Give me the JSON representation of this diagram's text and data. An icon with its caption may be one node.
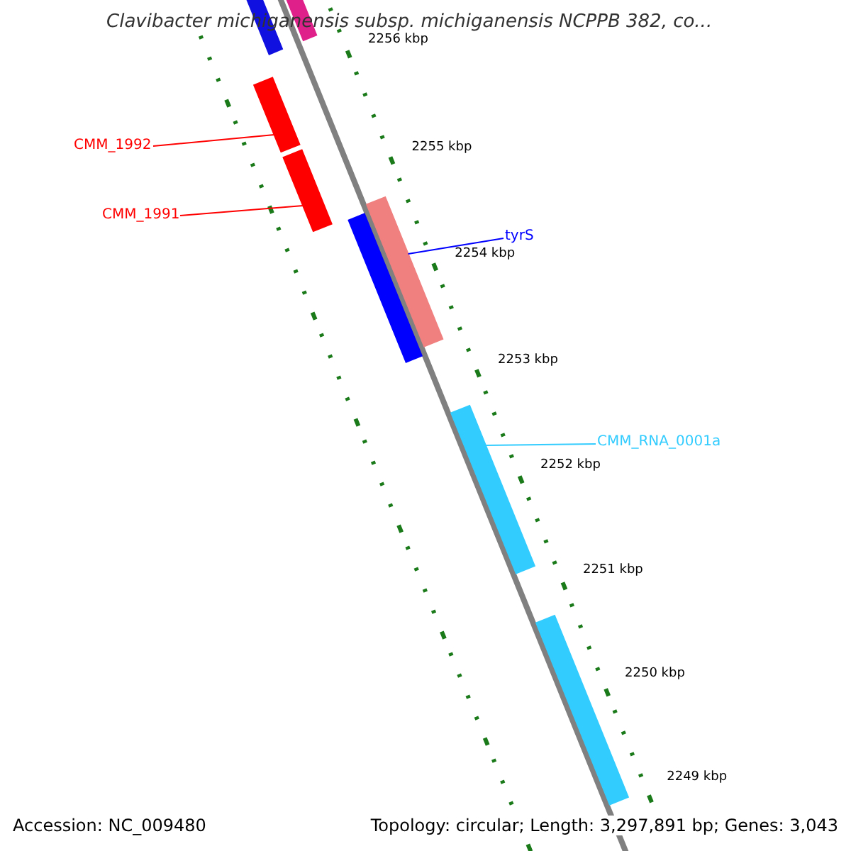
{
  "diagram": {
    "title": "Clavibacter michiganensis subsp. michiganensis NCPPB 382, co...",
    "nodes": [
      {
        "text": [
          "CMM_1992"
        ]
      },
      {
        "text": [
          "CMM_1991"
        ]
      },
      {
        "text": [
          "tyrS"
        ]
      },
      {
        "text": [
          "CMM_RNA_0001a"
        ]
      },
      {
        "text": [],
        "shape": "bar"
      },
      {
        "text": [],
        "shape": "bar"
      },
      {
        "text": [],
        "shape": "bar"
      },
      {
        "text": [],
        "shape": "bar"
      },
      {
        "text": [],
        "shape": "bar"
      },
      {
        "text": [],
        "shape": "bar"
      },
      {
        "text": [],
        "shape": "bar"
      },
      {
        "text": [],
        "shape": "bar"
      }
    ],
    "edges": [
      {
        "from": 0,
        "to": 6,
        "arrow": "none",
        "color": "#ff0000"
      },
      {
        "from": 1,
        "to": 7,
        "arrow": "none",
        "color": "#ff0000"
      },
      {
        "from": 2,
        "to": 9,
        "arrow": "none",
        "color": "#0000ff"
      },
      {
        "from": 3,
        "to": 10,
        "arrow": "none",
        "color": "#33ccff"
      }
    ],
    "labels": [
      "2256 kbp",
      "2255 kbp",
      "2254 kbp",
      "2253 kbp",
      "2252 kbp",
      "2251 kbp",
      "2250 kbp",
      "2249 kbp",
      "Accession: NC_009480",
      "Topology: circular; Length: 3,297,891 bp; Genes: 3,043"
    ]
  }
}
